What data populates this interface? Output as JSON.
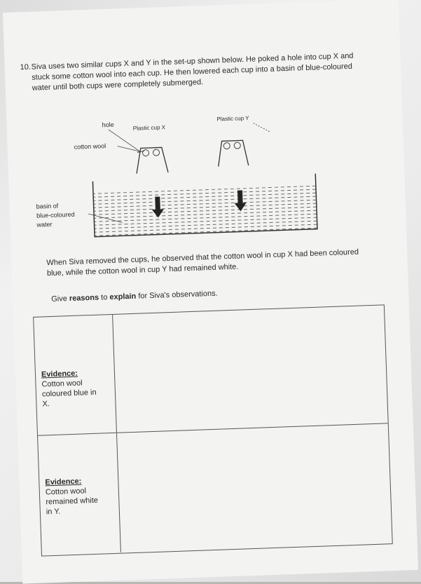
{
  "question": {
    "number": "10.",
    "text": "Siva uses two similar cups X and Y in the set-up shown below. He poked a hole into cup X and stuck some cotton wool into each cup. He then lowered each cup into a basin of blue-coloured water until both cups were completely submerged."
  },
  "diagram": {
    "hole": "hole",
    "cup_x": "Plastic cup X",
    "cup_y": "Plastic cup Y",
    "cotton_wool": "cotton wool",
    "basin_line1": "basin of",
    "basin_line2": "blue-coloured",
    "basin_line3": "water"
  },
  "observation": "When Siva removed the cups, he observed that the cotton wool in cup X had been coloured blue, while the cotton wool in cup Y had remained white.",
  "instruction": {
    "prefix": "Give ",
    "bold1": "reasons",
    "mid": " to ",
    "bold2": "explain",
    "suffix": " for Siva's observations."
  },
  "table": {
    "row1": {
      "heading": "Evidence:",
      "l1": "Cotton wool",
      "l2": "coloured blue in",
      "l3": "X."
    },
    "row2": {
      "heading": "Evidence:",
      "l1": "Cotton wool",
      "l2": "remained white",
      "l3": "in Y."
    }
  }
}
